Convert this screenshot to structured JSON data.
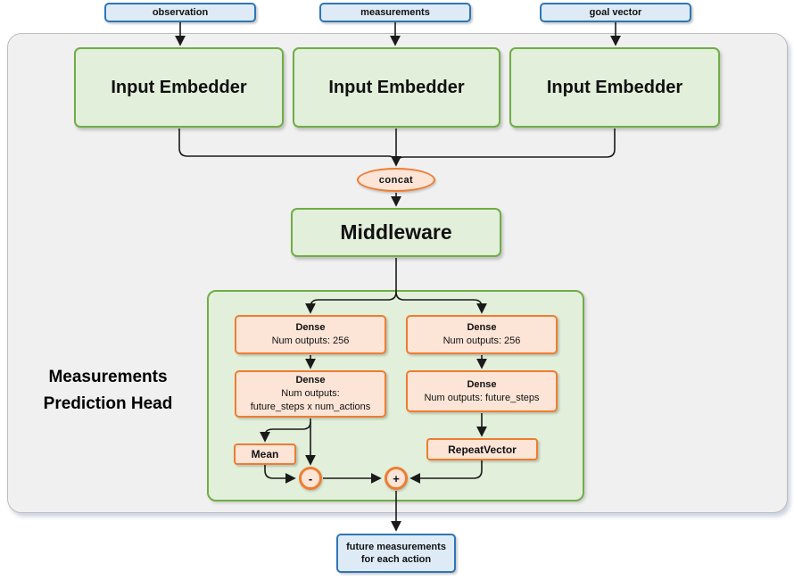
{
  "inputs": [
    {
      "label": "observation"
    },
    {
      "label": "measurements"
    },
    {
      "label": "goal vector"
    }
  ],
  "embedders": [
    {
      "label": "Input Embedder"
    },
    {
      "label": "Input Embedder"
    },
    {
      "label": "Input Embedder"
    }
  ],
  "concat": {
    "label": "concat"
  },
  "middleware": {
    "label": "Middleware"
  },
  "head": {
    "title": "Measurements Prediction Head",
    "dense_left_1": {
      "title": "Dense",
      "line1": "Num outputs: 256"
    },
    "dense_right_1": {
      "title": "Dense",
      "line1": "Num outputs: 256"
    },
    "dense_left_2": {
      "title": "Dense",
      "line1": "Num outputs:",
      "line2": "future_steps x num_actions"
    },
    "dense_right_2": {
      "title": "Dense",
      "line1": "Num outputs: future_steps"
    },
    "mean": {
      "label": "Mean"
    },
    "repeat_vector": {
      "label": "RepeatVector"
    },
    "minus_op": {
      "label": "-"
    },
    "plus_op": {
      "label": "+"
    }
  },
  "output": {
    "label": "future measurements for each action"
  },
  "colors": {
    "blue_border": "#2E75B6",
    "blue_fill": "#DEEBF7",
    "green_border": "#70AD47",
    "green_fill": "#E2EFDA",
    "orange_border": "#ED7D31",
    "orange_fill": "#FCE4D6",
    "panel_bg": "#F0F0F0",
    "panel_border": "#BDBDBD",
    "line_color": "#1A1A1A"
  }
}
